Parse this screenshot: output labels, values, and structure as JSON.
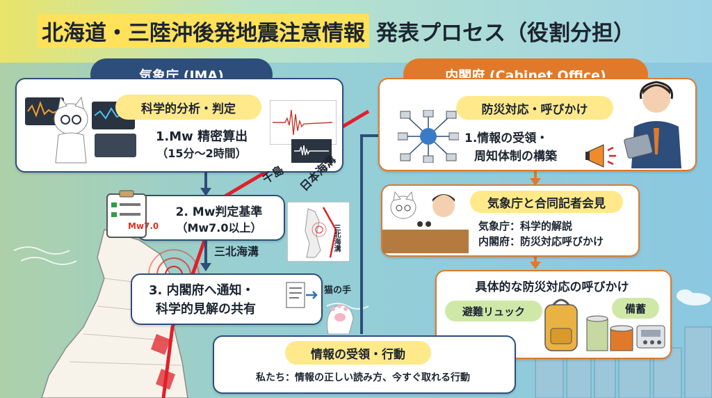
{
  "title": {
    "highlight": "北海道・三陸沖後発地震注意情報",
    "rest": "発表プロセス（役割分担）"
  },
  "jma": {
    "header": "気象庁 (JMA)",
    "step1": {
      "tag": "科学的分析・判定",
      "line1": "1.Mw 精密算出",
      "line2": "（15分〜2時間）"
    },
    "step2": {
      "line1": "2. Mw判定基準",
      "line2": "（Mw7.0以上）",
      "clipboard_label": "Mw7.0"
    },
    "step3": {
      "line1": "3. 内閣府へ通知・",
      "line2": "科学的見解の共有"
    }
  },
  "cabinet": {
    "header": "内閣府 (Cabinet Office)",
    "step1": {
      "tag": "防災対応・呼びかけ",
      "line1": "1.情報の受領・",
      "line2": "周知体制の構築"
    },
    "step2": {
      "tag": "気象庁と合同記者会見",
      "line1": "気象庁：科学的解説",
      "line2": "内閣府：防災対応呼びかけ"
    },
    "step3": {
      "title": "具体的な防災対応の呼びかけ",
      "tag_a": "避難リュック",
      "tag_b": "備蓄"
    }
  },
  "public": {
    "tag": "情報の受領・行動",
    "line": "私たち：情報の正しい読み方、今すぐ取れる行動"
  },
  "map_labels": {
    "chishima": "千島",
    "nihon": "日本海溝",
    "sanriku": "三北海溝",
    "sanriku_small": "三北海溝"
  },
  "cat_paw": "猫の手",
  "colors": {
    "jma_blue": "#2d4d7a",
    "cabinet_orange": "#e07a2a",
    "highlight_yellow": "#ffe15a",
    "trench_red": "#e0202a"
  }
}
